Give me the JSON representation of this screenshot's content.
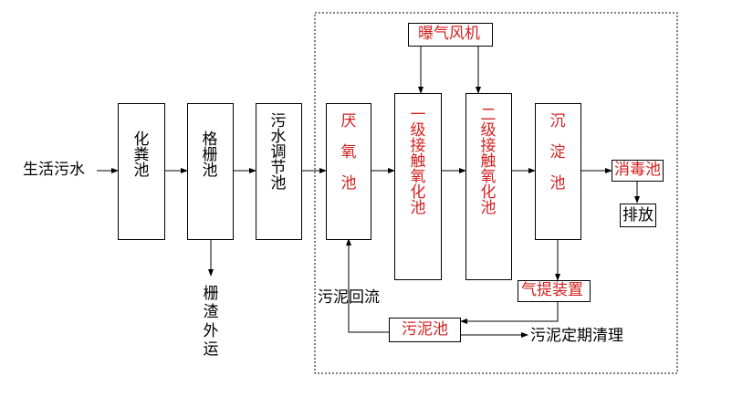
{
  "colors": {
    "line": "#000000",
    "highlight_text": "#d42020",
    "background": "#ffffff"
  },
  "input": {
    "label": "生活污水"
  },
  "units": [
    {
      "id": "septic",
      "label": "化\n粪\n池"
    },
    {
      "id": "screen",
      "label": "格\n栅\n池"
    },
    {
      "id": "equalize",
      "label": "污\n水\n调\n节\n池"
    },
    {
      "id": "anaerobic",
      "label": "厌\n\n氧\n\n池"
    },
    {
      "id": "contact1",
      "label": "一\n级\n接\n触\n氧\n化\n池"
    },
    {
      "id": "contact2",
      "label": "二\n级\n接\n触\n氧\n化\n池"
    },
    {
      "id": "sediment",
      "label": "沉\n\n淀\n\n池"
    }
  ],
  "blower": {
    "label": "曝气风机"
  },
  "disinfect": {
    "label": "消毒池"
  },
  "discharge": {
    "label": "排放"
  },
  "airlift": {
    "label": "气提装置"
  },
  "sludge_tank": {
    "label": "污泥池"
  },
  "screen_waste": {
    "label": "栅\n渣\n外\n运"
  },
  "sludge_return": {
    "label": "污泥回流"
  },
  "sludge_clean": {
    "label": "污泥定期清理"
  }
}
